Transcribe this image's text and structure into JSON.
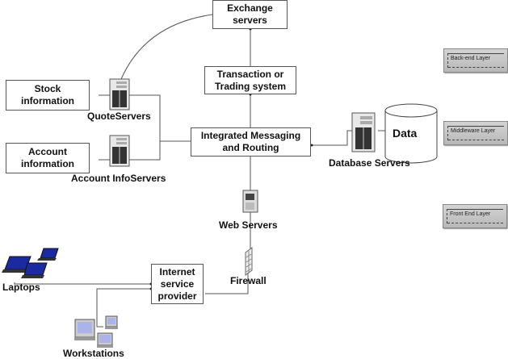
{
  "nodes": {
    "exchange": "Exchange\nservers",
    "transaction": "Transaction or\nTrading system",
    "stock": "Stock\ninformation",
    "account": "Account\ninformation",
    "messaging": "Integrated Messaging\nand Routing",
    "isp": "Internet\nservice\nprovider"
  },
  "labels": {
    "quote_servers": "QuoteServers",
    "account_info_servers": "Account InfoServers",
    "data": "Data",
    "database_servers": "Database Servers",
    "web_servers": "Web Servers",
    "firewall": "Firewall",
    "laptops": "Laptops",
    "workstations": "Workstations"
  },
  "layers": [
    {
      "label": "Back-end Layer"
    },
    {
      "label": "Middleware Layer"
    },
    {
      "label": "Front End Layer"
    }
  ]
}
